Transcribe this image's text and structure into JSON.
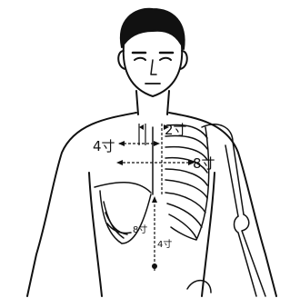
{
  "labels": {
    "shoulder_width": "4寸",
    "upper_distance": "2寸",
    "chest_width": "8寸",
    "vertical_upper": "8寸",
    "vertical_lower": "4寸"
  },
  "colors": {
    "line": "#111111",
    "background": "#ffffff"
  }
}
